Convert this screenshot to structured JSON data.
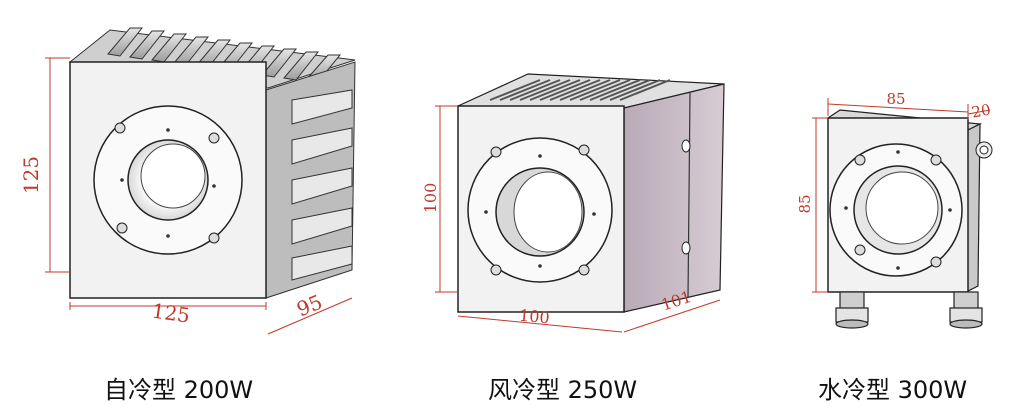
{
  "products": [
    {
      "caption": "自冷型 200W",
      "dims": {
        "height": "125",
        "width": "125",
        "depth": "95"
      }
    },
    {
      "caption": "风冷型 250W",
      "dims": {
        "height": "100",
        "width": "100",
        "depth": "101"
      }
    },
    {
      "caption": "水冷型 300W",
      "dims": {
        "height": "85",
        "width": "85",
        "depth": "20"
      }
    }
  ],
  "colors": {
    "dimension": "#c0392b",
    "housing_front": "#f2f2f2",
    "housing_side": "#c9bcc6",
    "outline": "#222222"
  }
}
